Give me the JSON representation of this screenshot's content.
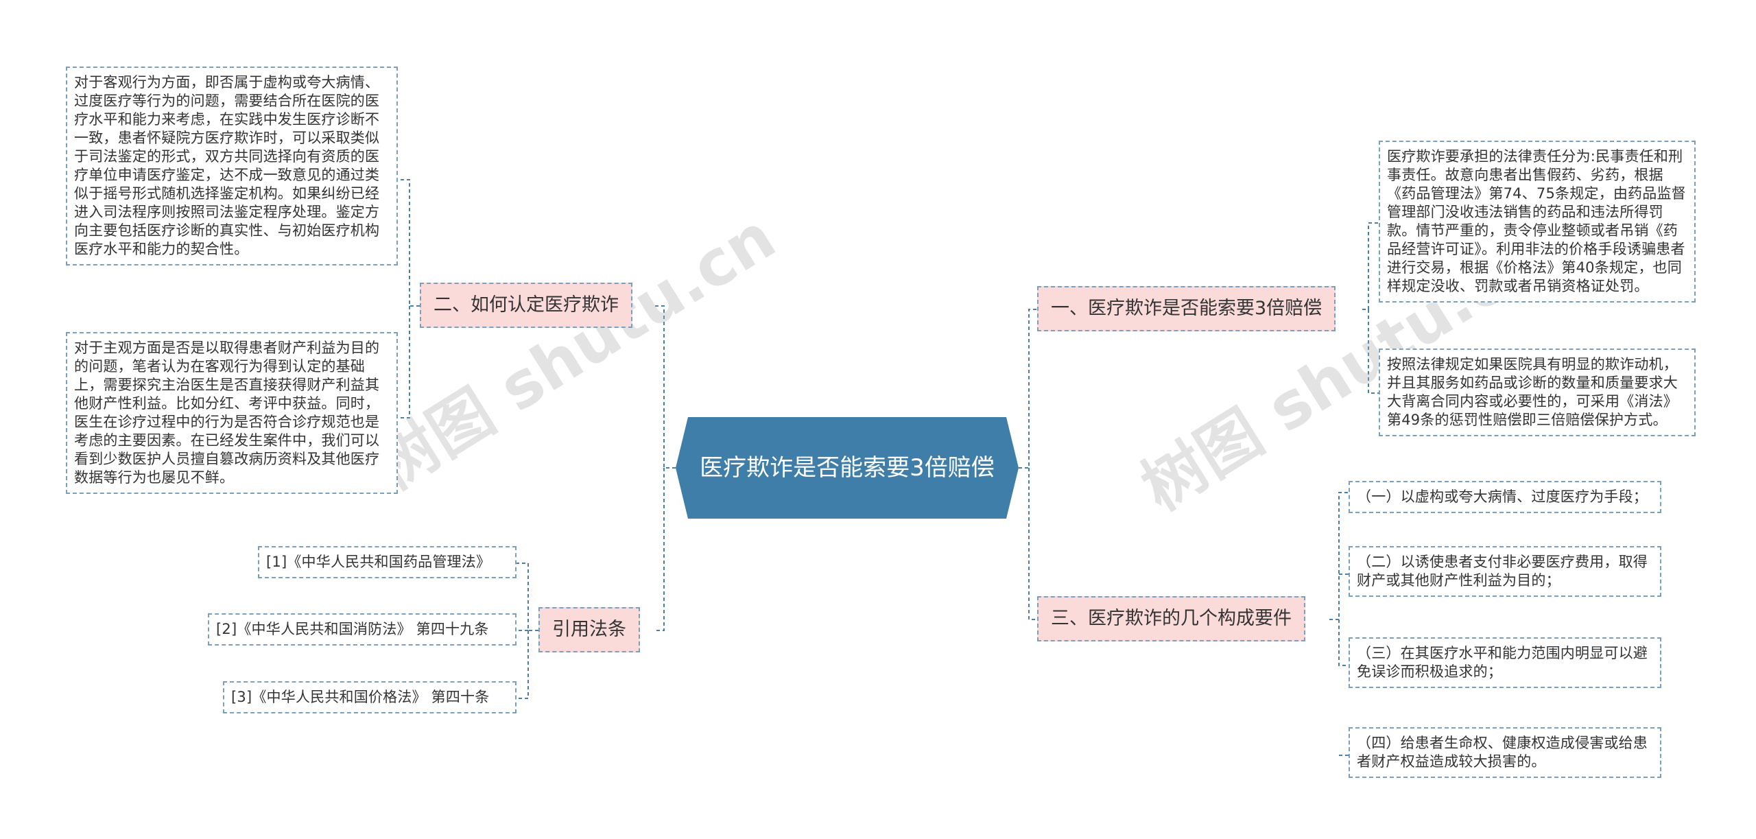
{
  "diagram": {
    "central": "医疗欺诈是否能索要3倍赔偿",
    "branches": {
      "right1": {
        "label": "一、医疗欺诈是否能索要3倍赔偿",
        "leaves": [
          "医疗欺诈要承担的法律责任分为:民事责任和刑事责任。故意向患者出售假药、劣药，根据《药品管理法》第74、75条规定，由药品监督管理部门没收违法销售的药品和违法所得罚款。情节严重的，责令停业整顿或者吊销《药品经营许可证》。利用非法的价格手段诱骗患者进行交易，根据《价格法》第40条规定，也同样规定没收、罚款或者吊销资格证处罚。",
          "按照法律规定如果医院具有明显的欺诈动机，并且其服务如药品或诊断的数量和质量要求大大背离合同内容或必要性的，可采用《消法》第49条的惩罚性赔偿即三倍赔偿保护方式。"
        ]
      },
      "right2": {
        "label": "三、医疗欺诈的几个构成要件",
        "leaves": [
          "（一）以虚构或夸大病情、过度医疗为手段；",
          "（二）以诱使患者支付非必要医疗费用，取得财产或其他财产性利益为目的；",
          "（三）在其医疗水平和能力范围内明显可以避免误诊而积极追求的；",
          "（四）给患者生命权、健康权造成侵害或给患者财产权益造成较大损害的。"
        ]
      },
      "left1": {
        "label": "二、如何认定医疗欺诈",
        "leaves": [
          "对于客观行为方面，即否属于虚构或夸大病情、过度医疗等行为的问题，需要结合所在医院的医疗水平和能力来考虑，在实践中发生医疗诊断不一致，患者怀疑院方医疗欺诈时，可以采取类似于司法鉴定的形式，双方共同选择向有资质的医疗单位申请医疗鉴定，达不成一致意见的通过类似于摇号形式随机选择鉴定机构。如果纠纷已经进入司法程序则按照司法鉴定程序处理。鉴定方向主要包括医疗诊断的真实性、与初始医疗机构医疗水平和能力的契合性。",
          "对于主观方面是否是以取得患者财产利益为目的的问题，笔者认为在客观行为得到认定的基础上，需要探究主治医生是否直接获得财产利益其他财产性利益。比如分红、考评中获益。同时，医生在诊疗过程中的行为是否符合诊疗规范也是考虑的主要因素。在已经发生案件中，我们可以看到少数医护人员擅自篡改病历资料及其他医疗数据等行为也屡见不鲜。"
        ]
      },
      "left2": {
        "label": "引用法条",
        "leaves": [
          "[1]《中华人民共和国药品管理法》",
          "[2]《中华人民共和国消防法》 第四十九条",
          "[3]《中华人民共和国价格法》 第四十条"
        ]
      }
    }
  },
  "watermarks": [
    "树图 shutu.cn",
    "树图 shutu.cn"
  ],
  "colors": {
    "central_fill": "#3f7ea8",
    "branch_fill": "#fbdada",
    "connector": "#4a7fa8",
    "border": "#7aa0c0"
  }
}
